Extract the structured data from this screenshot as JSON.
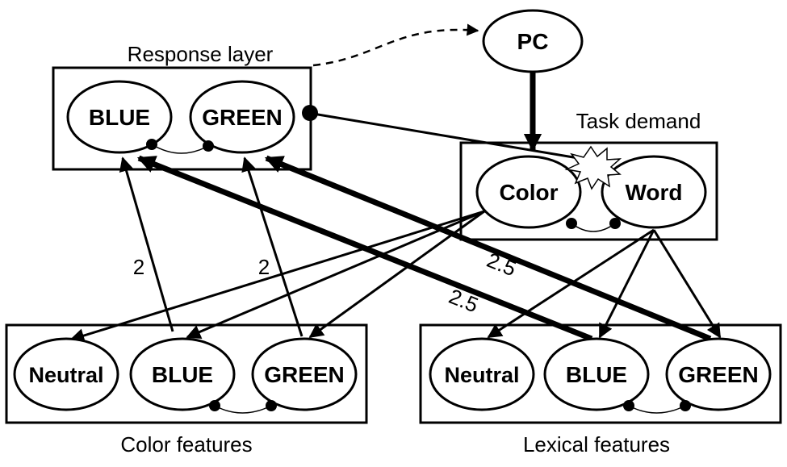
{
  "groups": {
    "response_layer": "Response layer",
    "task_demand": "Task demand",
    "color_features": "Color features",
    "lexical_features": "Lexical features"
  },
  "nodes": {
    "pc": "PC",
    "resp_blue": "BLUE",
    "resp_green": "GREEN",
    "task_color": "Color",
    "task_word": "Word",
    "color_neutral": "Neutral",
    "color_blue": "BLUE",
    "color_green": "GREEN",
    "lex_neutral": "Neutral",
    "lex_blue": "BLUE",
    "lex_green": "GREEN"
  },
  "weights": {
    "color_blue_to_resp": "2",
    "color_green_to_resp": "2",
    "lex_green_to_resp": "2.5",
    "lex_blue_to_resp": "2.5"
  }
}
